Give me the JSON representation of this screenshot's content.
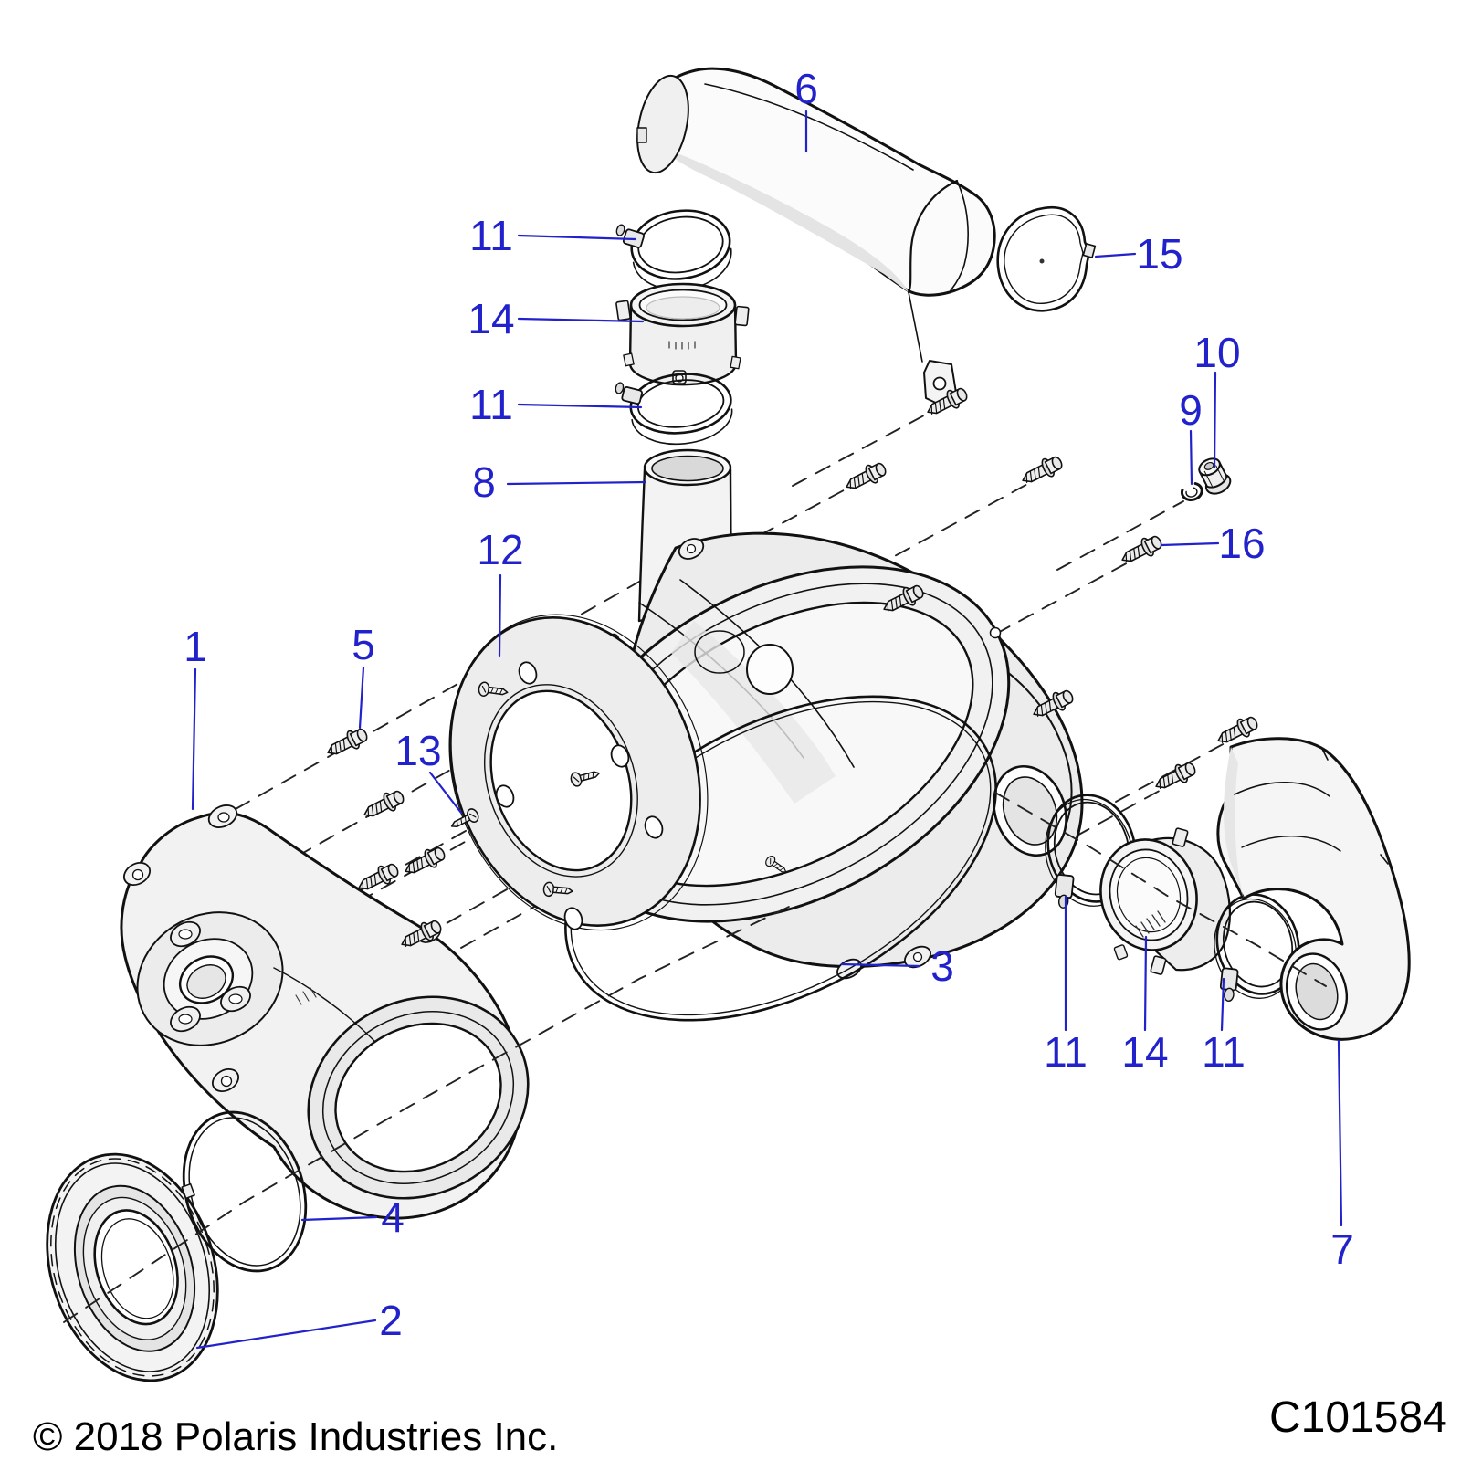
{
  "diagram": {
    "copyright": "© 2018 Polaris Industries Inc.",
    "code": "C101584",
    "accent_color": "#2222cc",
    "line_color": "#111111",
    "background_color": "#ffffff",
    "type": "exploded-parts-diagram",
    "subject": "clutch cover assembly"
  },
  "callouts": [
    {
      "label": "1",
      "part": "inner-clutch-cover"
    },
    {
      "label": "5",
      "part": "flange-screw"
    },
    {
      "label": "13",
      "part": "machine-screw"
    },
    {
      "label": "12",
      "part": "gasket-plate"
    },
    {
      "label": "8",
      "part": "inlet-tube"
    },
    {
      "label": "11",
      "part": "hose-clamp"
    },
    {
      "label": "14",
      "part": "coupling-sleeve"
    },
    {
      "label": "11",
      "part": "hose-clamp"
    },
    {
      "label": "6",
      "part": "intake-air-duct"
    },
    {
      "label": "15",
      "part": "seal-ring"
    },
    {
      "label": "10",
      "part": "flange-nut"
    },
    {
      "label": "9",
      "part": "lock-washer"
    },
    {
      "label": "16",
      "part": "flange-screw"
    },
    {
      "label": "3",
      "part": "cover-o-ring"
    },
    {
      "label": "11",
      "part": "hose-clamp"
    },
    {
      "label": "14",
      "part": "coupling-sleeve"
    },
    {
      "label": "11",
      "part": "hose-clamp"
    },
    {
      "label": "7",
      "part": "outlet-duct-cover"
    },
    {
      "label": "4",
      "part": "o-ring"
    },
    {
      "label": "2",
      "part": "cover-plate"
    }
  ]
}
